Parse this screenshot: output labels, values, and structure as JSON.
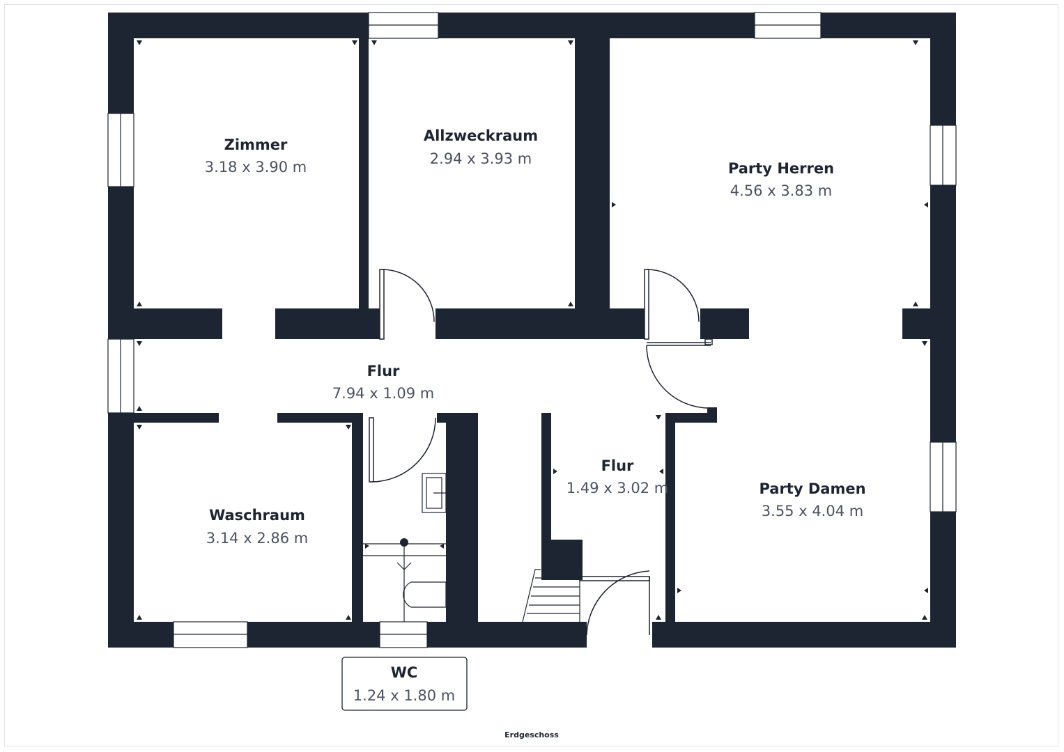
{
  "floor_label": "Erdgeschoss",
  "rooms": {
    "zimmer": {
      "name": "Zimmer",
      "dims": "3.18 x 3.90 m"
    },
    "allzweckraum": {
      "name": "Allzweckraum",
      "dims": "2.94 x 3.93 m"
    },
    "party_herren": {
      "name": "Party Herren",
      "dims": "4.56 x 3.83 m"
    },
    "flur_main": {
      "name": "Flur",
      "dims": "7.94 x 1.09 m"
    },
    "flur_small": {
      "name": "Flur",
      "dims": "1.49 x 3.02 m"
    },
    "waschraum": {
      "name": "Waschraum",
      "dims": "3.14 x 2.86 m"
    },
    "party_damen": {
      "name": "Party Damen",
      "dims": "3.55 x 4.04 m"
    },
    "wc": {
      "name": "WC",
      "dims": "1.24 x 1.80 m"
    }
  },
  "colors": {
    "wall": "#1d2432",
    "background": "#ffffff",
    "dim_text": "#4a5262"
  }
}
